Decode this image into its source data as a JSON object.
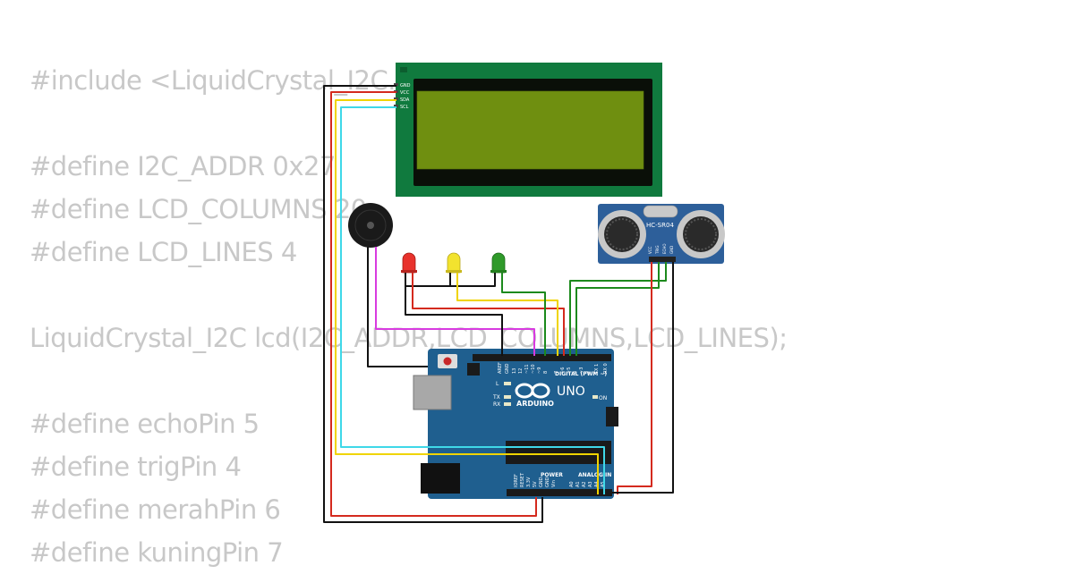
{
  "code_lines": [
    "#include <LiquidCrystal_I2C.h>",
    "",
    "#define I2C_ADDR 0x27",
    "#define LCD_COLUMNS 20",
    "#define LCD_LINES 4",
    "",
    "LiquidCrystal_I2C lcd(I2C_ADDR,LCD_COLUMNS,LCD_LINES);",
    "",
    "#define echoPin 5",
    "#define trigPin 4",
    "#define merahPin 6",
    "#define kuningPin 7"
  ],
  "lcd": {
    "pins": [
      "GND",
      "VCC",
      "SDA",
      "SCL"
    ]
  },
  "sensor": {
    "model": "HC-SR04",
    "pins": [
      "VCC",
      "TRIG",
      "ECHO",
      "GND"
    ]
  },
  "arduino": {
    "brand": "ARDUINO",
    "model": "UNO",
    "on_label": "ON",
    "l_label": "L",
    "tx_label": "TX",
    "rx_label": "RX",
    "digital_label": "DIGITAL (PWM ~)",
    "power_label": "POWER",
    "analog_label": "ANALOG IN",
    "aref_label": "AREF",
    "gnd_label": "GND",
    "digital_pins": [
      "13",
      "12",
      "~11",
      "~10",
      "~9",
      "8",
      "7",
      "~6",
      "~5",
      "4",
      "~3",
      "2",
      "TX 1",
      "RX 0"
    ],
    "power_pins": [
      "IOREF",
      "RESET",
      "3.3V",
      "5V",
      "GND",
      "GND",
      "Vin"
    ],
    "analog_pins": [
      "A0",
      "A1",
      "A2",
      "A3",
      "A4",
      "A5"
    ]
  },
  "leds": [
    {
      "color": "red",
      "fill": "#e8322c"
    },
    {
      "color": "yellow",
      "fill": "#f2e32e"
    },
    {
      "color": "green",
      "fill": "#2f9a2a"
    }
  ],
  "colors": {
    "wire_black": "#111111",
    "wire_red": "#d42a1e",
    "wire_yellow": "#f0d400",
    "wire_cyan": "#3fd8e8",
    "wire_green": "#1c8a1c",
    "wire_magenta": "#d83be0",
    "board_blue": "#1f5f8f",
    "lcd_pcb": "#107a3e",
    "lcd_screen": "#6f8f10",
    "sensor_blue": "#2d5f9a"
  }
}
